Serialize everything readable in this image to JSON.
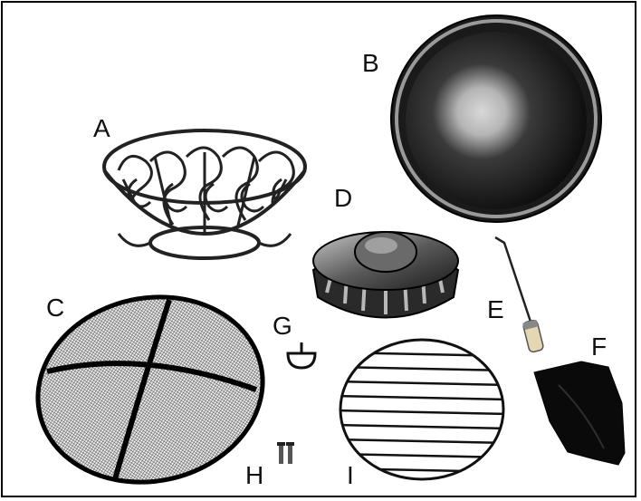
{
  "parts": {
    "A": "A",
    "B": "B",
    "C": "C",
    "D": "D",
    "E": "E",
    "F": "F",
    "G": "G",
    "H": "H",
    "I": "I"
  }
}
